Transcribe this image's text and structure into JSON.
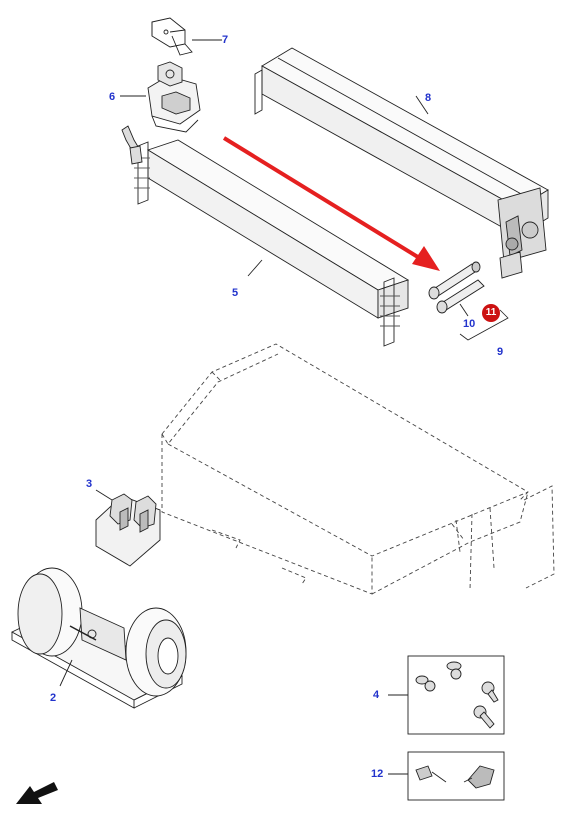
{
  "callouts": {
    "c2": "2",
    "c3": "3",
    "c4": "4",
    "c5": "5",
    "c6": "6",
    "c7": "7",
    "c8": "8",
    "c9": "9",
    "c10": "10",
    "c11": "11",
    "c12": "12"
  },
  "colors": {
    "callout": "#2233cc",
    "arrow": "#e52020",
    "badge": "#cc1111",
    "line": "#222222"
  }
}
